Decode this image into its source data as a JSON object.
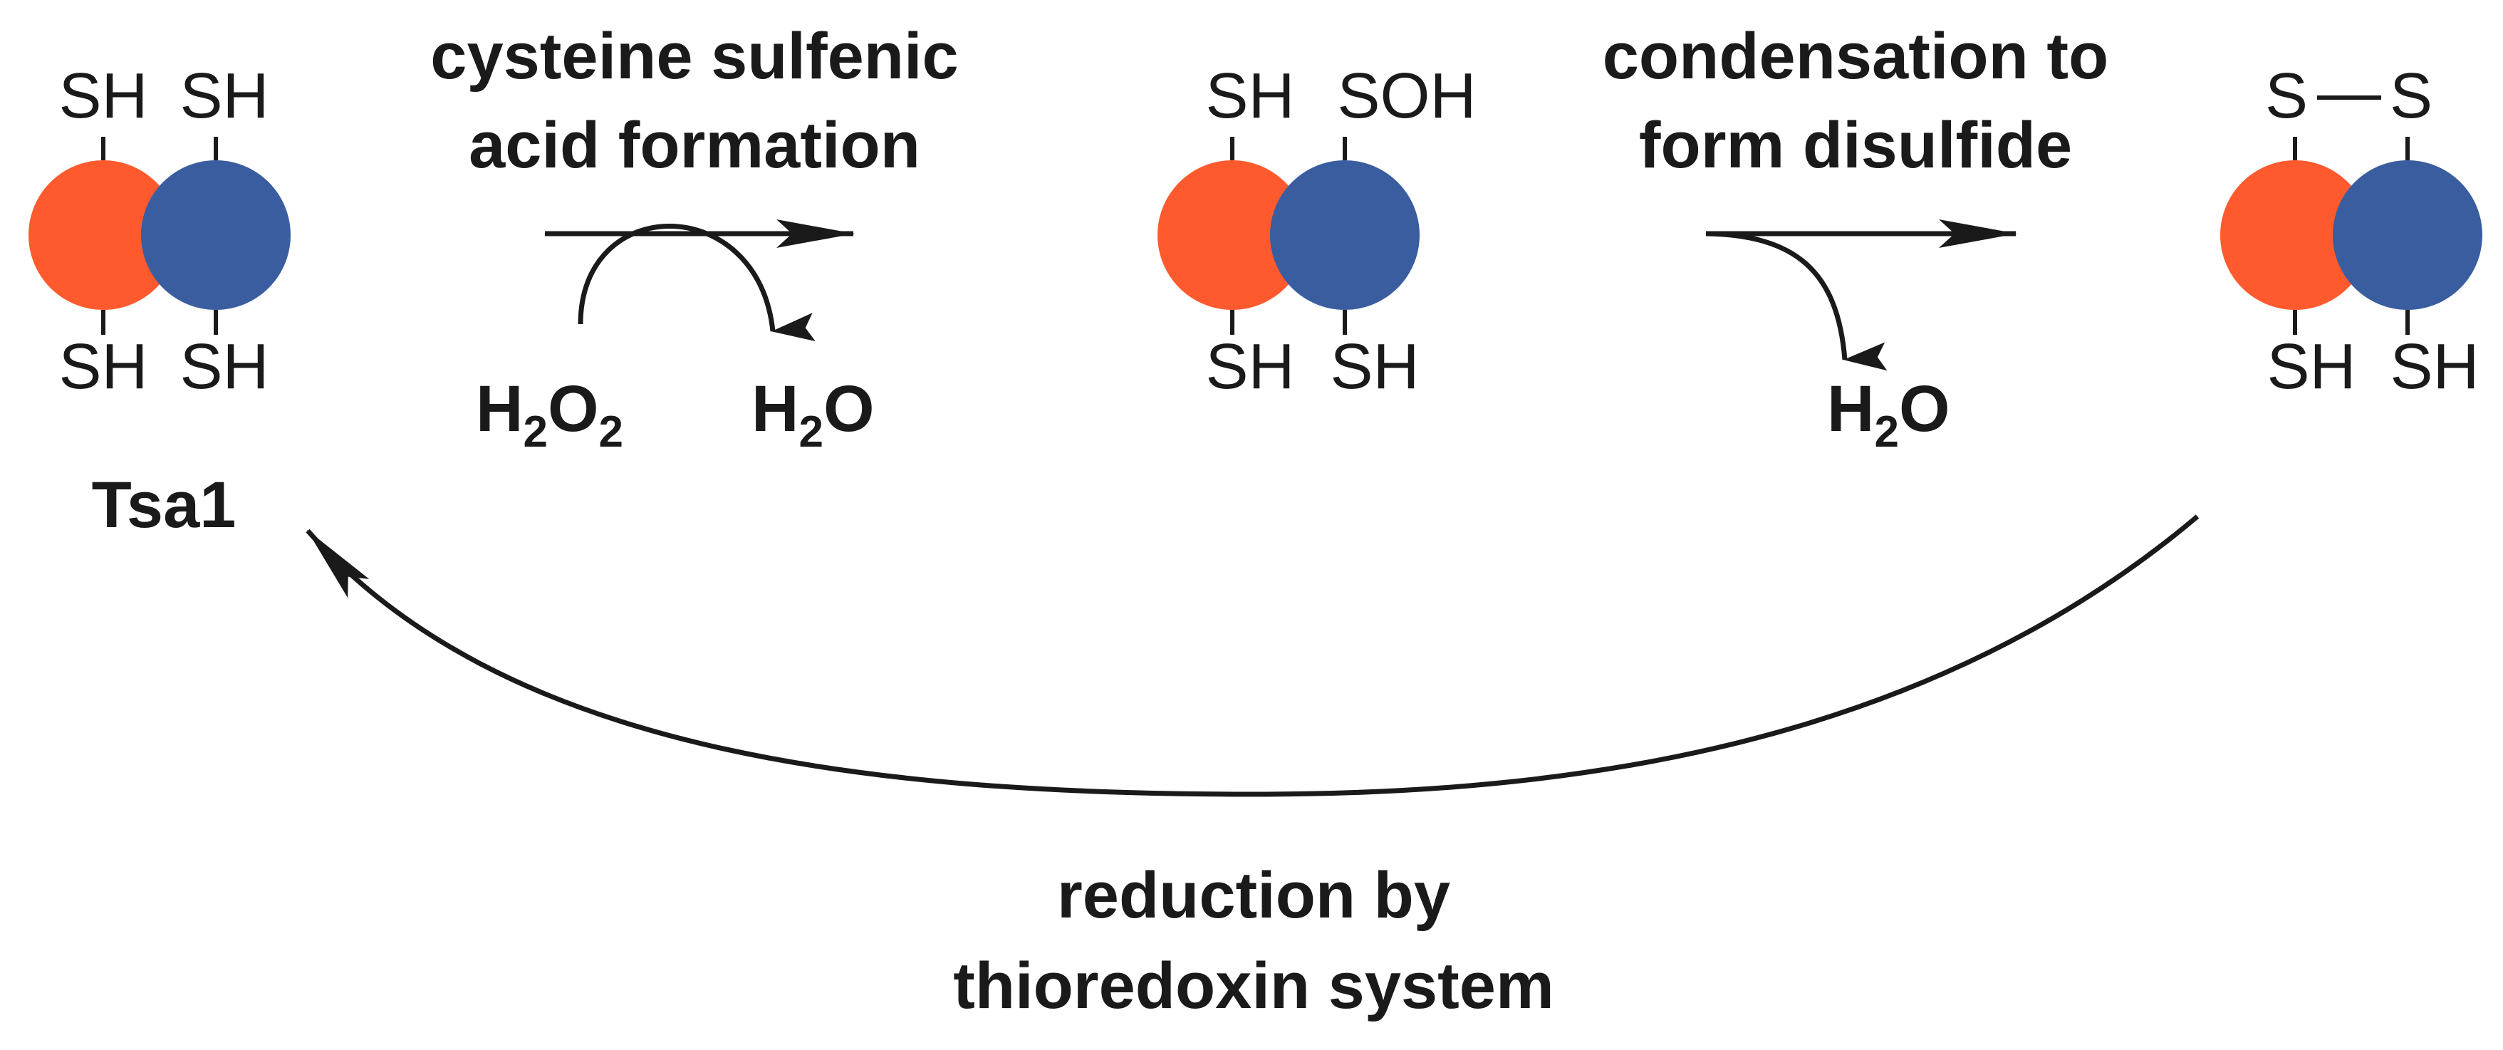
{
  "colors": {
    "subunit_a": "#ff5a2e",
    "subunit_b": "#3a5da0",
    "ink": "#1a1a1a",
    "background": "#ffffff"
  },
  "state1": {
    "top_left": "SH",
    "top_right": "SH",
    "bottom_left": "SH",
    "bottom_right": "SH",
    "name": "Tsa1"
  },
  "state2": {
    "top_left": "SH",
    "top_right": "SOH",
    "bottom_left": "SH",
    "bottom_right": "SH"
  },
  "state3": {
    "top_left": "S",
    "top_bond": "—",
    "top_right": "S",
    "bottom_left": "SH",
    "bottom_right": "SH"
  },
  "step1": {
    "label_line1": "cysteine sulfenic",
    "label_line2": "acid formation",
    "reactant_h": "H",
    "reactant_sub1": "2",
    "reactant_o": "O",
    "reactant_sub2": "2",
    "product_h": "H",
    "product_sub": "2",
    "product_o": "O"
  },
  "step2": {
    "label_line1": "condensation to",
    "label_line2": "form disulfide",
    "product_h": "H",
    "product_sub": "2",
    "product_o": "O"
  },
  "step3": {
    "label_line1": "reduction by",
    "label_line2": "thioredoxin system"
  }
}
